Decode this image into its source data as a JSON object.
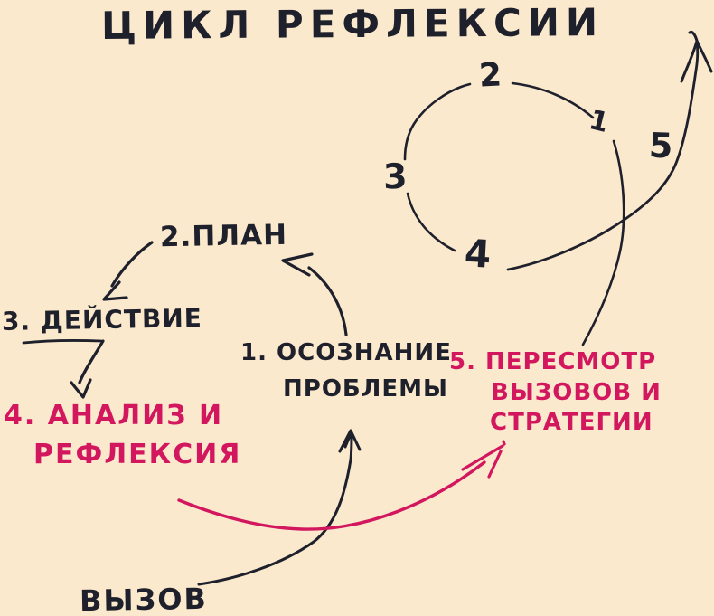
{
  "title": "ЦИКЛ РЕФЛЕКСИИ",
  "colors": {
    "background": "#FBE9CD",
    "ink": "#1E202C",
    "accent_pink": "#D2175E"
  },
  "cycle_numbers": {
    "n1": "1",
    "n2": "2",
    "n3": "3",
    "n4": "4",
    "n5": "5"
  },
  "steps": {
    "step1": {
      "line1": "1. ОСОЗНАНИЕ",
      "line2": "ПРОБЛЕМЫ"
    },
    "step2": {
      "line1": "2.ПЛАН"
    },
    "step3": {
      "line1": "3. ДЕЙСТВИЕ"
    },
    "step4": {
      "line1": "4. АНАЛИЗ И",
      "line2": "РЕФЛЕКСИЯ"
    },
    "step5": {
      "line1": "5. ПЕРЕСМОТР",
      "line2": "ВЫЗОВОВ И",
      "line3": "СТРАТЕГИИ"
    }
  },
  "challenge": {
    "label": "ВЫЗОВ"
  }
}
